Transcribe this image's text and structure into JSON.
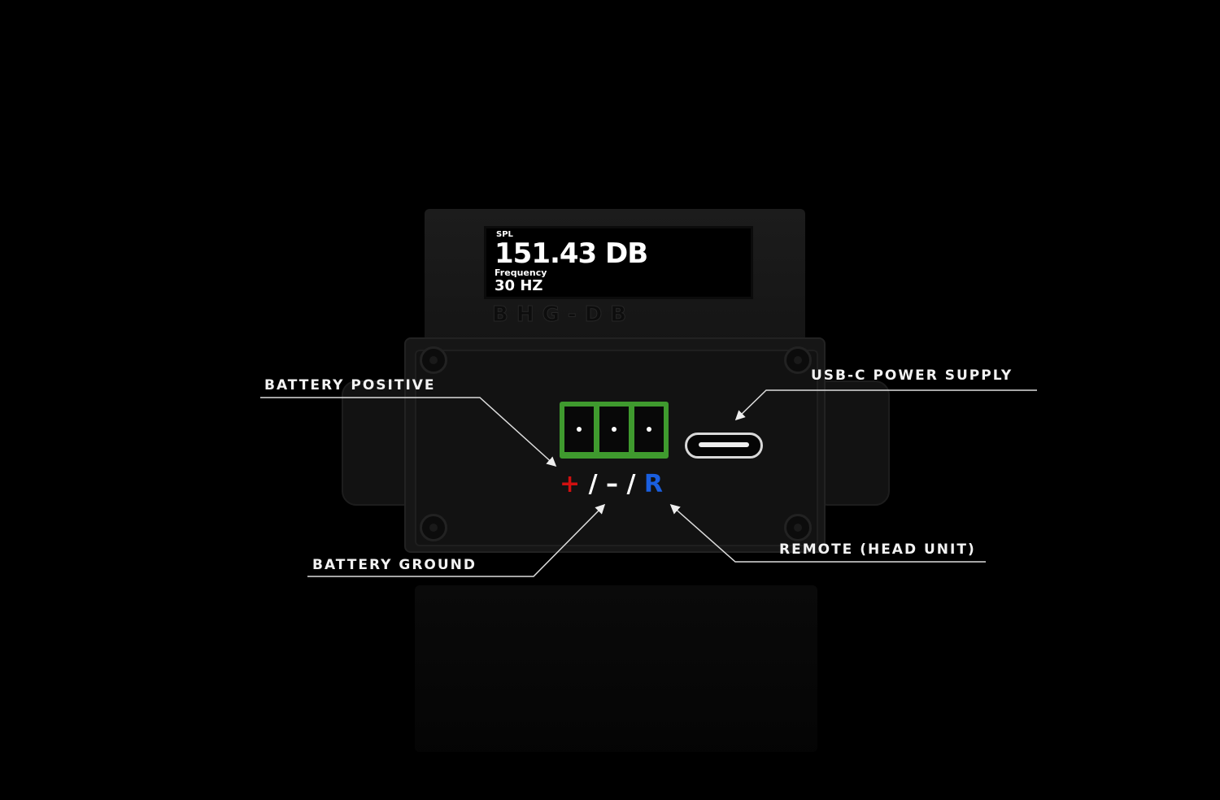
{
  "device": {
    "screen": {
      "label": "SPL",
      "value": "151.43 DB",
      "freq_label": "Frequency",
      "freq_value": "30 HZ"
    },
    "brand": "BHG-DB",
    "polarity": {
      "positive": "+",
      "sep1": "/",
      "negative": "–",
      "sep2": "/",
      "remote": "R"
    }
  },
  "callouts": {
    "battery_positive": "BATTERY POSITIVE",
    "usb_c": "USB-C POWER SUPPLY",
    "battery_ground": "BATTERY GROUND",
    "remote": "REMOTE (HEAD UNIT)"
  },
  "colors": {
    "terminal": "#3f9a2e",
    "positive": "#d01010",
    "remote": "#1a5fe0"
  }
}
